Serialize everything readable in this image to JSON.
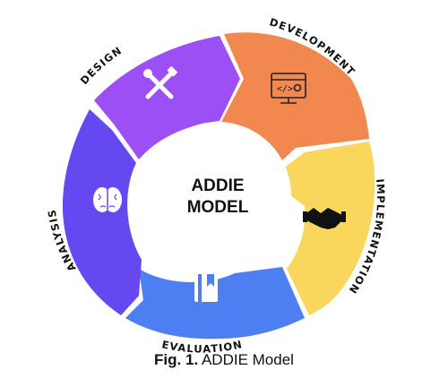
{
  "center": {
    "line1": "ADDIE",
    "line2": "MODEL"
  },
  "phases": [
    {
      "label": "DESIGN",
      "color": "#9b4ff5",
      "icon": "tools-icon"
    },
    {
      "label": "DEVELOPMENT",
      "color": "#f0884f",
      "icon": "code-monitor-icon"
    },
    {
      "label": "IMPLEMENTATION",
      "color": "#f8d75c",
      "icon": "handshake-icon"
    },
    {
      "label": "EVALUATION",
      "color": "#4d7ef2",
      "icon": "book-icon"
    },
    {
      "label": "ANALYSIS",
      "color": "#6648f0",
      "icon": "brain-icon"
    }
  ],
  "caption": {
    "prefix": "Fig. 1.",
    "text": " ADDIE Model"
  }
}
